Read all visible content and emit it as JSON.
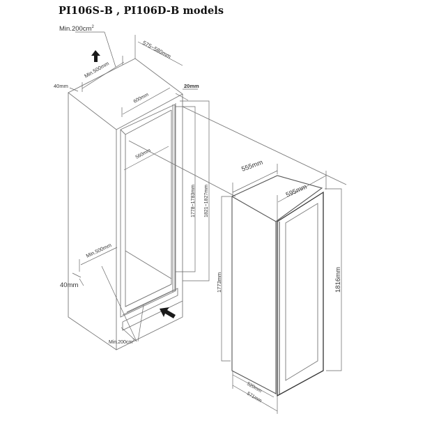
{
  "title": "PI106S-B , PI106D-B models",
  "niche": {
    "top_vent": "Min.200cm",
    "top_vent_sup": "2",
    "top_depth_min": "Min.500mm",
    "top_wall_gap": "40mm",
    "depth": "575~580mm",
    "width": "600mm",
    "door_gap": "20mm",
    "inner_width": "560mm",
    "height_inner": "1778~1783mm",
    "height_outer": "1821~1827mm",
    "bottom_depth_min": "Min.500mm",
    "bottom_wall_gap": "40mm",
    "bottom_vent": "Min.200cm",
    "bottom_vent_sup": "2"
  },
  "appliance": {
    "depth": "555mm",
    "width": "595mm",
    "body_height": "1773mm",
    "total_height": "1816mm",
    "inner_depth": "520mm",
    "total_depth": "571mm"
  },
  "icons": {
    "airflow_up": "arrow-up-icon",
    "airflow_in": "arrow-diagonal-icon"
  },
  "colors": {
    "line": "#777777",
    "text": "#333333",
    "arrow": "#1a1a1a"
  }
}
